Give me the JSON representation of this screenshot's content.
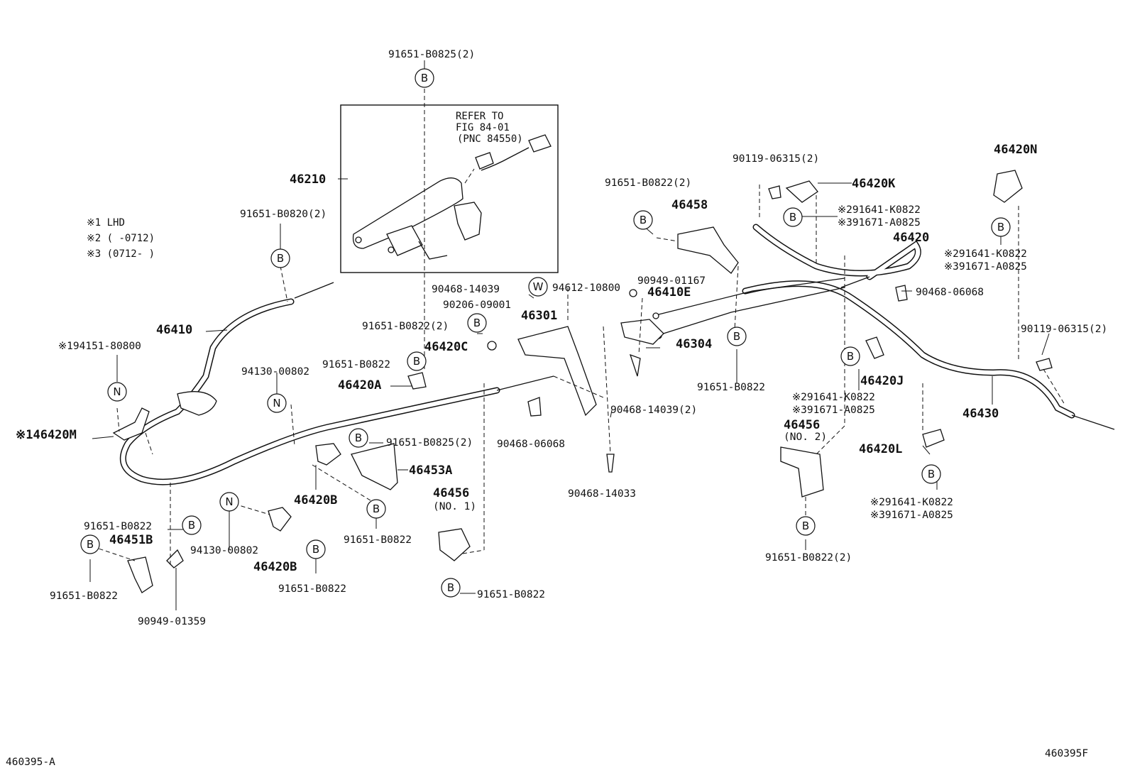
{
  "inset": {
    "refer_l1": "REFER TO",
    "refer_l2": "FIG 84-01",
    "refer_l3": "(PNC 84550)"
  },
  "notes": {
    "n1": "※1 LHD",
    "n2": "※2 (     -0712)",
    "n3": "※3 (0712-     )"
  },
  "markers": {
    "b": "B",
    "n": "N",
    "w": "W"
  },
  "labels": {
    "l_91651_b0825_2_top": "91651-B0825(2)",
    "l_46210": "46210",
    "l_91651_b0820_2": "91651-B0820(2)",
    "l_46410": "46410",
    "l_94151_80800": "※194151-80800",
    "l_46420m": "※146420M",
    "l_91651_b0822_left": "91651-B0822",
    "l_46451b": "46451B",
    "l_91651_b0822_lb": "91651-B0822",
    "l_90949_01359": "90949-01359",
    "l_94130_00802_a": "94130-00802",
    "l_94130_00802_b": "94130-00802",
    "l_46420b_a": "46420B",
    "l_46420b_b": "46420B",
    "l_91651_b0822_mid": "91651-B0822",
    "l_91651_b0822_mid2": "91651-B0822",
    "l_91651_b0822_clip": "91651-B0822",
    "l_46420a": "46420A",
    "l_91651_b0825_2_mid": "91651-B0825(2)",
    "l_46453a": "46453A",
    "l_46456_no1": "46456",
    "l_46456_no1_sub": "(NO. 1)",
    "l_91651_b0822_no1": "91651-B0822",
    "l_91651_b0822_2_mid": "91651-B0822(2)",
    "l_46420c": "46420C",
    "l_90468_14039": "90468-14039",
    "l_94612_10800": "94612-10800",
    "l_90206_09001": "90206-09001",
    "l_46301": "46301",
    "l_90468_06068_mid": "90468-06068",
    "l_90468_14039_2": "90468-14039(2)",
    "l_90468_14033": "90468-14033",
    "l_91651_b0822_2_right": "91651-B0822(2)",
    "l_46458": "46458",
    "l_90949_01167": "90949-01167",
    "l_46410e": "46410E",
    "l_46304": "46304",
    "l_91651_b0822_r": "91651-B0822",
    "l_90119_06315_2_top": "90119-06315(2)",
    "l_46420k": "46420K",
    "l_91641_k0822_a": "※291641-K0822",
    "l_91671_a0825_a": "※391671-A0825",
    "l_46420": "46420",
    "l_90468_06068_r": "90468-06068",
    "l_46420j": "46420J",
    "l_91641_k0822_b": "※291641-K0822",
    "l_91671_a0825_b": "※391671-A0825",
    "l_46456_no2": "46456",
    "l_46456_no2_sub": "(NO. 2)",
    "l_91651_b0822_2_bot": "91651-B0822(2)",
    "l_46420n": "46420N",
    "l_91641_k0822_c": "※291641-K0822",
    "l_91671_a0825_c": "※391671-A0825",
    "l_90119_06315_2_r": "90119-06315(2)",
    "l_46430": "46430",
    "l_46420l": "46420L",
    "l_91641_k0822_d": "※291641-K0822",
    "l_91671_a0825_d": "※391671-A0825"
  },
  "footer": {
    "left_code": "460395-A",
    "right_code": "460395F"
  }
}
